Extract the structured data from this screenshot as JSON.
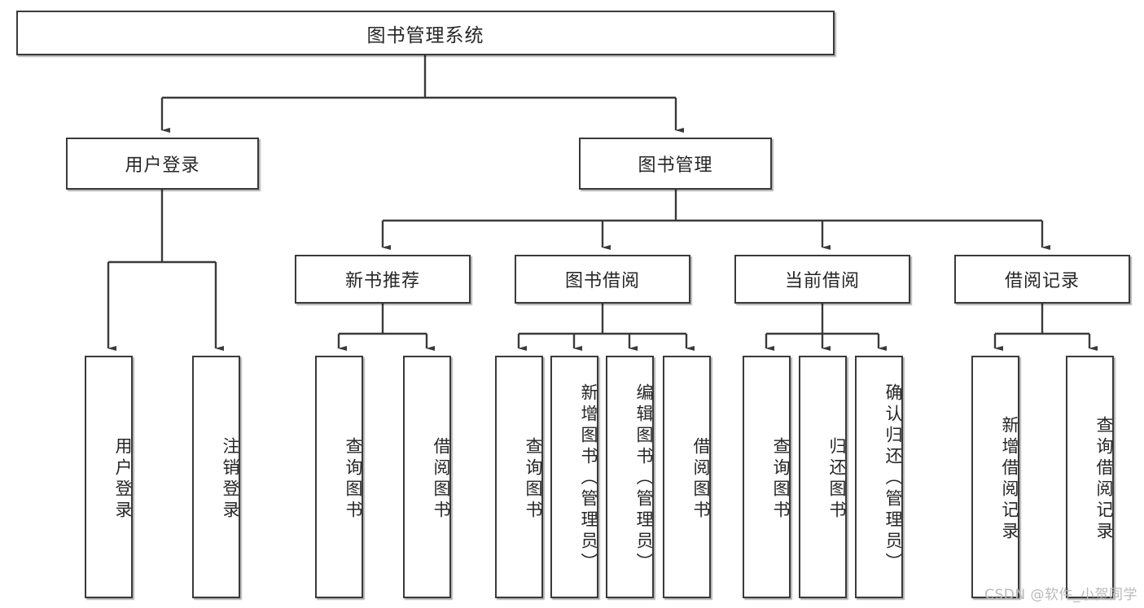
{
  "diagram": {
    "title": "图书管理系统",
    "watermark": "CSDN @软件_小贺同学",
    "stroke_color": "#3a3a3a",
    "text_color": "#262626",
    "background": "#ffffff",
    "watermark_color": "#b9b9b9"
  },
  "nodes": {
    "root": {
      "label": "图书管理系统"
    },
    "level2": [
      {
        "label": "用户登录"
      },
      {
        "label": "图书管理"
      }
    ],
    "level3": [
      {
        "label": "新书推荐"
      },
      {
        "label": "图书借阅"
      },
      {
        "label": "当前借阅"
      },
      {
        "label": "借阅记录"
      }
    ],
    "leaves": {
      "user_login": [
        {
          "label": "用户登录"
        },
        {
          "label": "注销登录"
        }
      ],
      "new_book": [
        {
          "label": "查询图书"
        },
        {
          "label": "借阅图书"
        }
      ],
      "book_borrow": [
        {
          "label": "查询图书"
        },
        {
          "label": "新增图书（管理员）"
        },
        {
          "label": "编辑图书（管理员）"
        },
        {
          "label": "借阅图书"
        }
      ],
      "current_borrow": [
        {
          "label": "查询图书"
        },
        {
          "label": "归还图书"
        },
        {
          "label": "确认归还（管理员）"
        }
      ],
      "borrow_record": [
        {
          "label": "新增借阅记录"
        },
        {
          "label": "查询借阅记录"
        }
      ]
    }
  }
}
